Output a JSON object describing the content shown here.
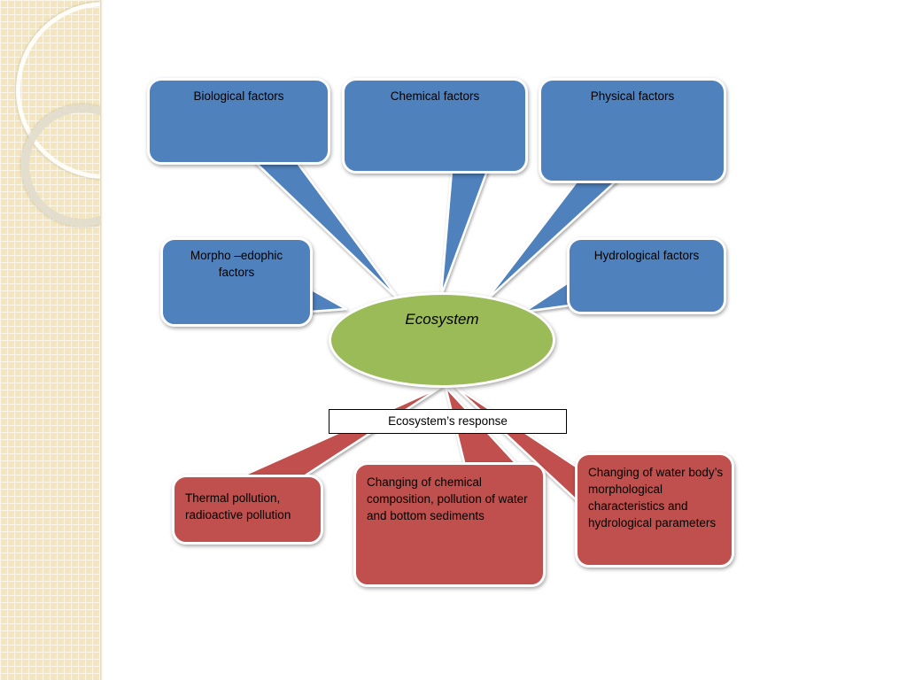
{
  "central_node": {
    "label": "Ecosystem",
    "color": "#9bbb59"
  },
  "factors": [
    {
      "label": "Biological factors"
    },
    {
      "label": "Chemical factors"
    },
    {
      "label": "Physical factors"
    },
    {
      "label": "Morpho –edophic factors"
    },
    {
      "label": "Hydrological factors"
    }
  ],
  "response_label": "Ecosystem’s response",
  "responses": [
    {
      "label": "Thermal pollution, radioactive pollution"
    },
    {
      "label": "Changing of chemical composition, pollution of water and bottom sediments"
    },
    {
      "label": "Changing of water body’s morphological characteristics and hydrological parameters"
    }
  ],
  "colors": {
    "factor_fill": "#4f81bd",
    "response_fill": "#c0504d",
    "sidebar": "#f3e6bf"
  }
}
